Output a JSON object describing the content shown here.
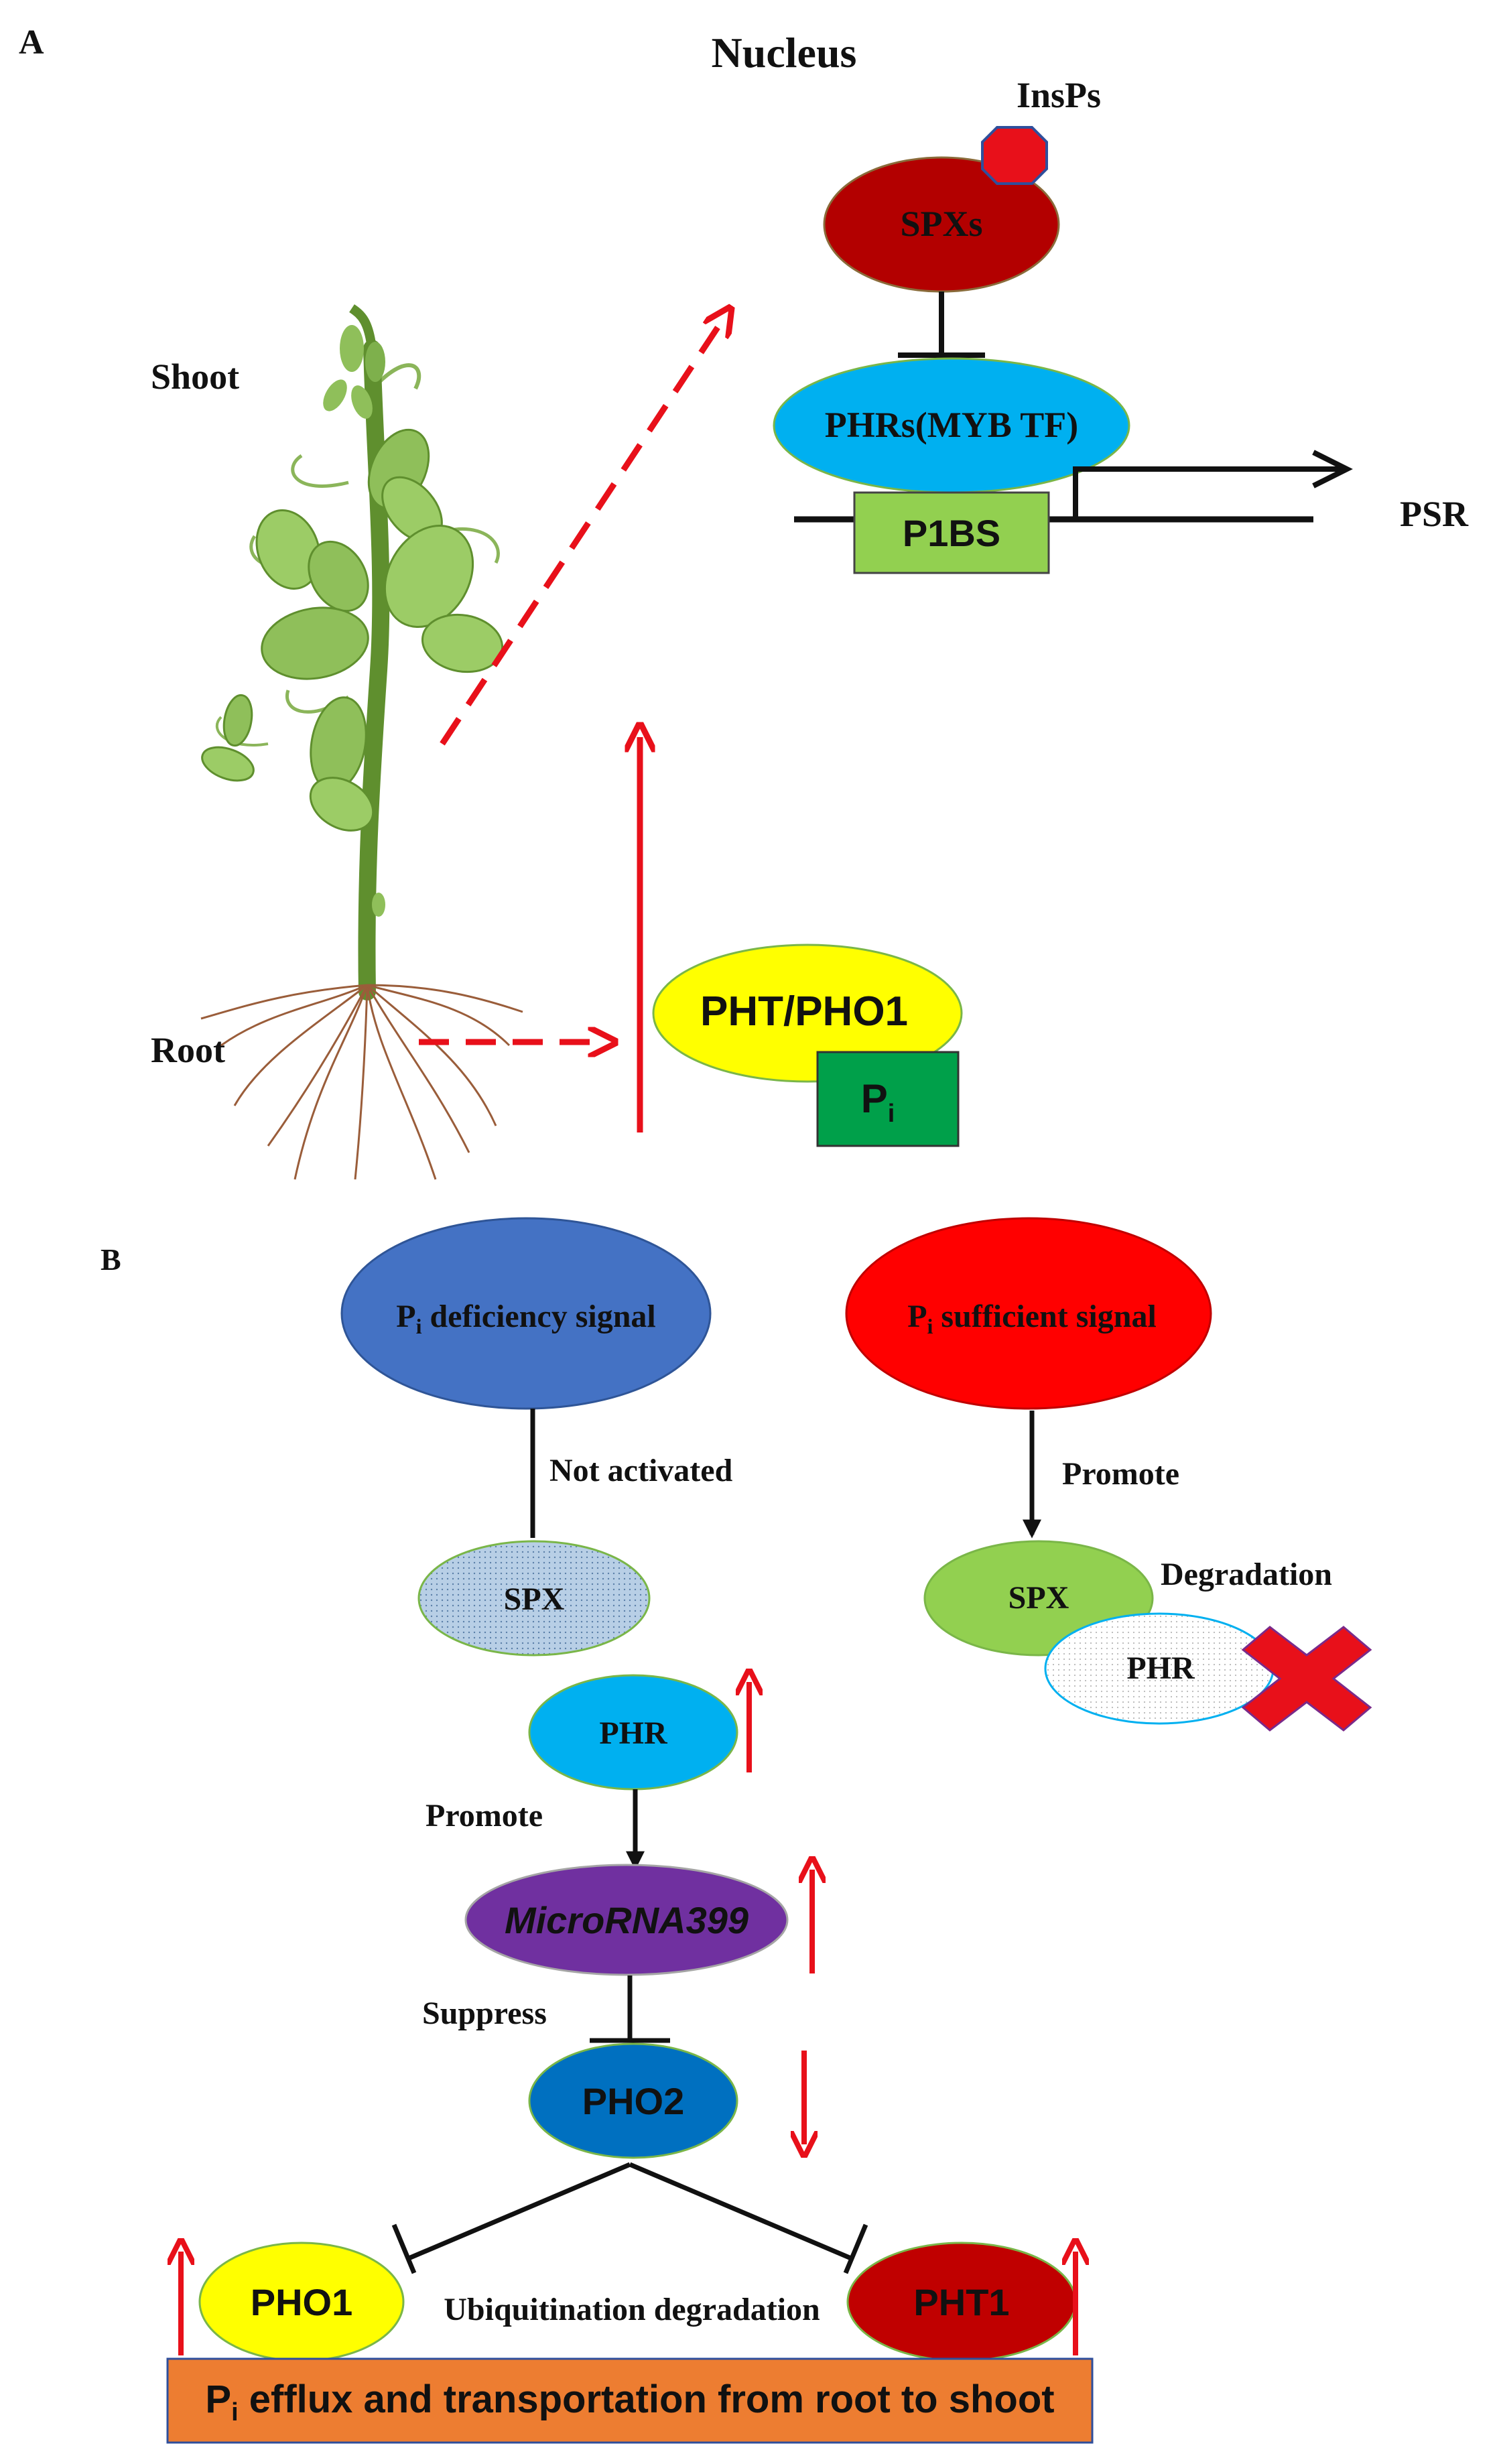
{
  "panel_a": {
    "label": "A",
    "nucleus_title": "Nucleus",
    "insps_label": "InsPs",
    "spxs_label": "SPXs",
    "phrs_label": "PHRs(MYB TF)",
    "p1bs_label": "P1BS",
    "psr_label": "PSR",
    "shoot_label": "Shoot",
    "root_label": "Root",
    "transporter_label": "PHT/PHO1",
    "pi_main": "P",
    "pi_sub": "i"
  },
  "panel_b": {
    "label": "B",
    "deficiency_signal_main": "P",
    "deficiency_signal_sub": "i",
    "deficiency_signal_rest": " deficiency signal",
    "sufficient_signal_main": "P",
    "sufficient_signal_sub": "i",
    "sufficient_signal_rest": " sufficient signal",
    "not_activated_label": "Not activated",
    "promote_right_label": "Promote",
    "spx_left_label": "SPX",
    "spx_right_label": "SPX",
    "degradation_label": "Degradation",
    "phr_right_label": "PHR",
    "phr_left_label": "PHR",
    "promote_left_label": "Promote",
    "microrna_label": "MicroRNA399",
    "suppress_label": "Suppress",
    "pho2_label": "PHO2",
    "pho1_label": "PHO1",
    "pht1_label": "PHT1",
    "ubiquitination_label": "Ubiquitination degradation",
    "efflux_main": "P",
    "efflux_sub": "i",
    "efflux_rest": " efflux and transportation from root to shoot"
  },
  "colors": {
    "spxs_fill": "#b30000",
    "insps_fill": "#e8101a",
    "phrs_fill": "#00b0f0",
    "p1bs_fill": "#92d050",
    "pht_fill": "#ffff00",
    "pi_fill": "#00a04a",
    "arrow_red": "#e8101a",
    "deficiency_fill": "#4472c4",
    "sufficient_fill": "#ff0000",
    "spx_left_fill": "#a9c3dd",
    "spx_right_fill": "#92d050",
    "phr_fill": "#00b0f0",
    "microrna_fill": "#7030a0",
    "pho2_fill": "#0070c0",
    "pho1_fill": "#ffff00",
    "pht1_fill": "#c00000",
    "efflux_fill": "#ed7d31"
  }
}
